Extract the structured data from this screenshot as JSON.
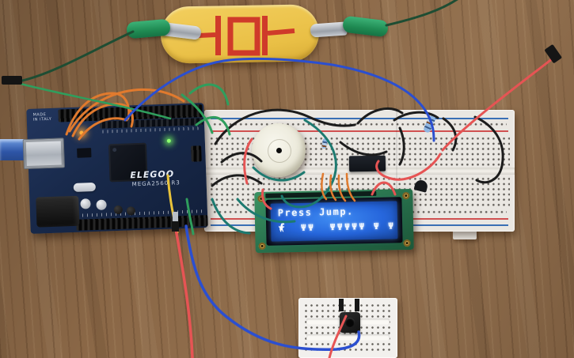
{
  "scene": {
    "label": "Arduino dinosaur-jump game circuit on a wooden desk"
  },
  "lcd": {
    "line1": "Press Jump.",
    "line2_tokens": [
      "dino",
      "space",
      "space",
      "cactus",
      "cactus",
      "space",
      "space",
      "cactus",
      "cactus",
      "cactus",
      "cactus",
      "cactus",
      "space",
      "cactus",
      "space",
      "cactus"
    ],
    "cactus_glyph": "Ψ"
  },
  "arduino": {
    "brand": "ELEGOO",
    "model": "MEGA2560 R3",
    "made_in": "MADE\nIN ITALY"
  },
  "touch_pad": {
    "pattern": "101"
  },
  "colors": {
    "wood": "#8b6847",
    "pcb_blue": "#1c3054",
    "lcd_blue": "#2666dc",
    "pad_yellow": "#e9bf45",
    "print_red": "#cf3a2a",
    "clip_green": "#2e9e63",
    "wire_red": "#e65454",
    "wire_blue": "#2b4fd0",
    "wire_orange": "#e07a2e",
    "wire_teal": "#1d7a70",
    "wire_green": "#2f9e5d",
    "wire_dark_green": "#1e4d33",
    "wire_yellow": "#e8c23a",
    "wire_black": "#1c1c1c"
  }
}
